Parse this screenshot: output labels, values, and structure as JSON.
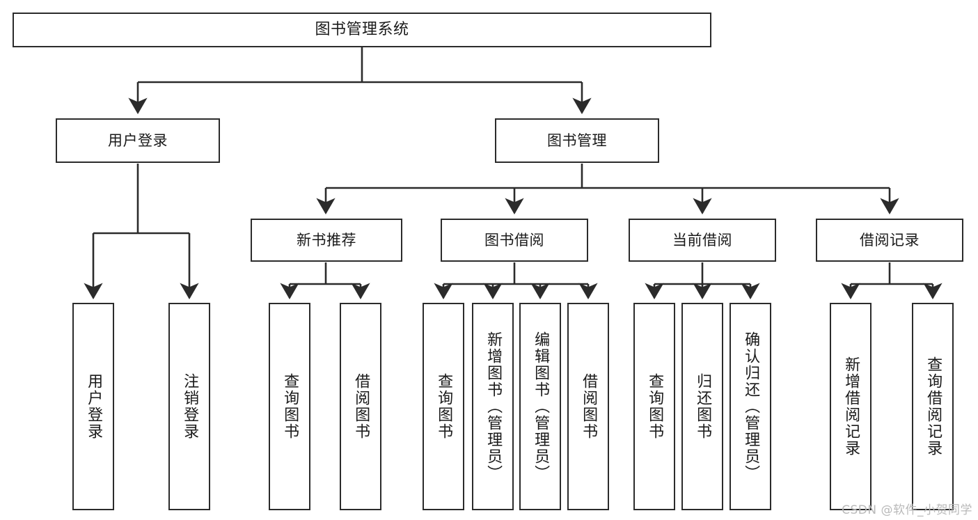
{
  "diagram": {
    "title": "图书管理系统",
    "type": "tree",
    "watermark": "CSDN @软件_小贺同学",
    "colors": {
      "stroke": "#2b2b2b",
      "background": "#ffffff",
      "text": "#1a1a1a",
      "watermark": "#b9b9b9"
    },
    "levels": {
      "root": "图书管理系统",
      "level2": [
        "用户登录",
        "图书管理"
      ],
      "level3": [
        "新书推荐",
        "图书借阅",
        "当前借阅",
        "借阅记录"
      ]
    },
    "nodes": {
      "root": {
        "label": "图书管理系统"
      },
      "user_login": {
        "label": "用户登录"
      },
      "book_manage": {
        "label": "图书管理"
      },
      "new_book_rec": {
        "label": "新书推荐"
      },
      "book_borrow": {
        "label": "图书借阅"
      },
      "current_borrow": {
        "label": "当前借阅"
      },
      "borrow_record": {
        "label": "借阅记录"
      },
      "leaf_user_login": {
        "label": "用户登录"
      },
      "leaf_logout": {
        "label": "注销登录"
      },
      "leaf_query_book_1": {
        "label": "查询图书"
      },
      "leaf_borrow_book_1": {
        "label": "借阅图书"
      },
      "leaf_query_book_2": {
        "label": "查询图书"
      },
      "leaf_add_book_admin": {
        "label": "新增图书（管理员）"
      },
      "leaf_edit_book_admin": {
        "label": "编辑图书（管理员）"
      },
      "leaf_borrow_book_2": {
        "label": "借阅图书"
      },
      "leaf_query_book_3": {
        "label": "查询图书"
      },
      "leaf_return_book": {
        "label": "归还图书"
      },
      "leaf_confirm_return_admin": {
        "label": "确认归还（管理员）"
      },
      "leaf_add_record": {
        "label": "新增借阅记录"
      },
      "leaf_query_record": {
        "label": "查询借阅记录"
      }
    },
    "edges": [
      {
        "from": "root",
        "to": "user_login"
      },
      {
        "from": "root",
        "to": "book_manage"
      },
      {
        "from": "user_login",
        "to": "leaf_user_login"
      },
      {
        "from": "user_login",
        "to": "leaf_logout"
      },
      {
        "from": "book_manage",
        "to": "new_book_rec"
      },
      {
        "from": "book_manage",
        "to": "book_borrow"
      },
      {
        "from": "book_manage",
        "to": "current_borrow"
      },
      {
        "from": "book_manage",
        "to": "borrow_record"
      },
      {
        "from": "new_book_rec",
        "to": "leaf_query_book_1"
      },
      {
        "from": "new_book_rec",
        "to": "leaf_borrow_book_1"
      },
      {
        "from": "book_borrow",
        "to": "leaf_query_book_2"
      },
      {
        "from": "book_borrow",
        "to": "leaf_add_book_admin"
      },
      {
        "from": "book_borrow",
        "to": "leaf_edit_book_admin"
      },
      {
        "from": "book_borrow",
        "to": "leaf_borrow_book_2"
      },
      {
        "from": "current_borrow",
        "to": "leaf_query_book_3"
      },
      {
        "from": "current_borrow",
        "to": "leaf_return_book"
      },
      {
        "from": "current_borrow",
        "to": "leaf_confirm_return_admin"
      },
      {
        "from": "borrow_record",
        "to": "leaf_add_record"
      },
      {
        "from": "borrow_record",
        "to": "leaf_query_record"
      }
    ]
  }
}
